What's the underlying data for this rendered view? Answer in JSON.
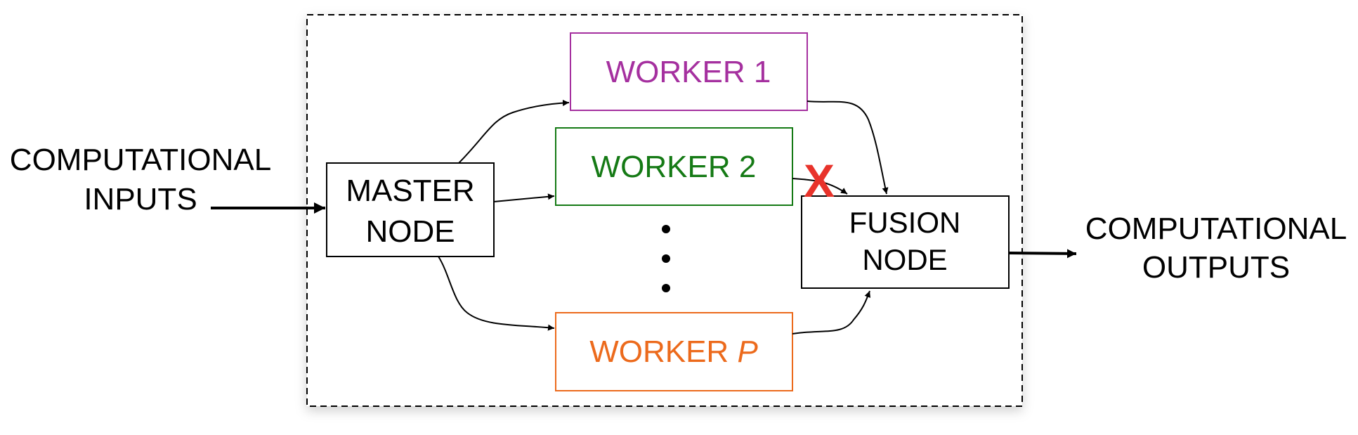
{
  "inputs": {
    "line1": "COMPUTATIONAL",
    "line2": "INPUTS"
  },
  "outputs": {
    "line1": "COMPUTATIONAL",
    "line2": "OUTPUTS"
  },
  "master": {
    "line1": "MASTER",
    "line2": "NODE"
  },
  "fusion": {
    "line1": "FUSION",
    "line2": "NODE"
  },
  "workers": {
    "w1": "WORKER 1",
    "w2": "WORKER 2",
    "wp_prefix": "WORKER",
    "wp_suffix": "P"
  },
  "failure_mark": "X",
  "colors": {
    "worker1": "#a5309f",
    "worker2": "#157a15",
    "workerP": "#ec6a1c",
    "failure": "#e8332b",
    "ink": "#000000"
  }
}
